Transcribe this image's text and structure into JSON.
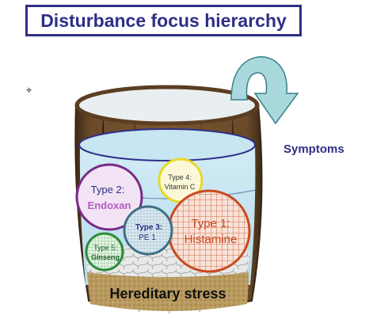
{
  "title": "Disturbance focus hierarchy",
  "symptoms_label": "Symptoms",
  "base_label": "Hereditary stress",
  "cursor_icon": "crosshair-cursor-icon",
  "arrow_icon": "curved-arrow-icon",
  "colors": {
    "title": "#2e2f86",
    "water": "#bfe2ef",
    "wood": "#6b4a2a",
    "arrow": "#a9d9dd"
  },
  "types": [
    {
      "id": "type2",
      "label": "Type 2:",
      "substance": "Endoxan",
      "color": "#7a2a8a",
      "fill": "#f2e4f4"
    },
    {
      "id": "type4",
      "label": "Type 4:",
      "substance": "Vitamin C",
      "color": "#e6d82a",
      "fill": "#fbf8d8"
    },
    {
      "id": "type3",
      "label": "Type 3:",
      "substance": "PE 1",
      "color": "#3f6e86",
      "fill": "#d6e6ee"
    },
    {
      "id": "type1",
      "label": "Type 1:",
      "substance": "Histamine",
      "color": "#c84a20",
      "fill": "#f8e2d8"
    },
    {
      "id": "type5",
      "label": "Type 5:",
      "substance": "Ginseng",
      "color": "#2e8a3a",
      "fill": "#e4f4e4"
    }
  ]
}
